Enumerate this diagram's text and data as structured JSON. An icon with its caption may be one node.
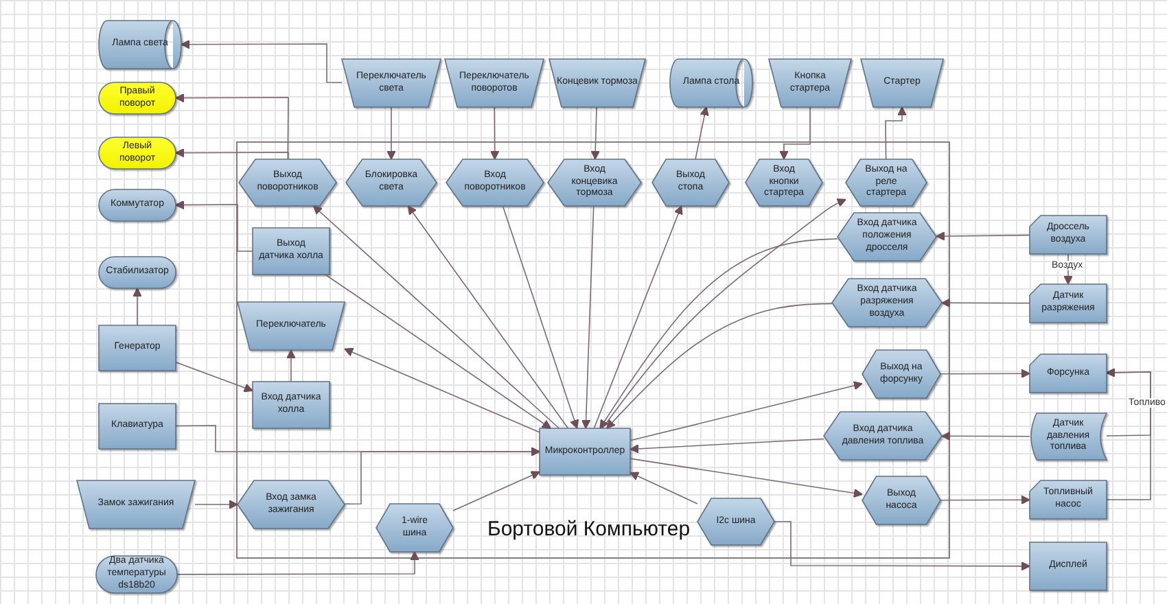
{
  "diagram": {
    "nodes": [
      {
        "text": [
          "Бортовой Компьютер"
        ]
      },
      {
        "text": [
          "Лампа света"
        ]
      },
      {
        "text": [
          "Правый поворот"
        ]
      },
      {
        "text": [
          "Левый  поворот"
        ]
      },
      {
        "text": [
          "Коммутатор"
        ]
      },
      {
        "text": [
          "Стабилизатор"
        ]
      },
      {
        "text": [
          "Генератор"
        ]
      },
      {
        "text": [
          "Клавиатура"
        ]
      },
      {
        "text": [
          "Замок зажигания"
        ]
      },
      {
        "text": [
          "Два датчика температуры ds18b20"
        ]
      },
      {
        "text": [
          "Переключатель света"
        ]
      },
      {
        "text": [
          "Переключатель поворотов"
        ]
      },
      {
        "text": [
          "Концевик тормоза"
        ]
      },
      {
        "text": [
          "Лампа стола"
        ]
      },
      {
        "text": [
          "Кнопка стартера"
        ]
      },
      {
        "text": [
          "Стартер"
        ]
      },
      {
        "text": [
          "Выход поворотников"
        ],
        "in": 0
      },
      {
        "text": [
          "Блокировка света"
        ],
        "in": 0
      },
      {
        "text": [
          "Вход поворотников"
        ],
        "in": 0
      },
      {
        "text": [
          "Вход концевика тормоза"
        ],
        "in": 0
      },
      {
        "text": [
          "Выход стопа"
        ],
        "in": 0
      },
      {
        "text": [
          "Вход кнопки стартера"
        ],
        "in": 0
      },
      {
        "text": [
          "Выход на реле стартера"
        ],
        "in": 0
      },
      {
        "text": [
          "Выход датчика холла"
        ],
        "in": 0
      },
      {
        "text": [
          "Переключатель"
        ],
        "in": 0
      },
      {
        "text": [
          "Вход датчика холла"
        ],
        "in": 0
      },
      {
        "text": [
          "Вход замка зажигания"
        ],
        "in": 0
      },
      {
        "text": [
          "1-wire шина"
        ],
        "in": 0
      },
      {
        "text": [
          "Микроконтроллер"
        ],
        "in": 0
      },
      {
        "text": [
          "I2c шина"
        ],
        "in": 0
      },
      {
        "text": [
          "Вход датчика положения дросселя"
        ],
        "in": 0
      },
      {
        "text": [
          "Вход датчика разряжения воздуха"
        ],
        "in": 0
      },
      {
        "text": [
          "Выход на форсунку"
        ],
        "in": 0
      },
      {
        "text": [
          "Вход датчика давления топлива"
        ],
        "in": 0
      },
      {
        "text": [
          "Выход насоса"
        ],
        "in": 0
      },
      {
        "text": [
          "Дроссель воздуха"
        ]
      },
      {
        "text": [
          "Датчик разряжения"
        ]
      },
      {
        "text": [
          "Форсунка"
        ]
      },
      {
        "text": [
          "Датчик давления топлива"
        ]
      },
      {
        "text": [
          "Топливный насос"
        ]
      },
      {
        "text": [
          "Дисплей"
        ]
      }
    ],
    "edges": [
      {
        "from": 10,
        "to": 1,
        "arrow": "to"
      },
      {
        "from": 16,
        "to": 2,
        "arrow": "to"
      },
      {
        "from": 16,
        "to": 3,
        "arrow": "to"
      },
      {
        "from": 23,
        "to": 4,
        "arrow": "to"
      },
      {
        "from": 6,
        "to": 5,
        "arrow": "to"
      },
      {
        "from": 6,
        "to": 25,
        "arrow": "to"
      },
      {
        "from": 25,
        "to": 24,
        "arrow": "to"
      },
      {
        "from": 7,
        "to": 28,
        "arrow": "to"
      },
      {
        "from": 8,
        "to": 26,
        "arrow": "to"
      },
      {
        "from": 26,
        "to": 28,
        "arrow": "to"
      },
      {
        "from": 9,
        "to": 27,
        "arrow": "to"
      },
      {
        "from": 27,
        "to": 28,
        "arrow": "to"
      },
      {
        "from": 29,
        "to": 28,
        "arrow": "to"
      },
      {
        "from": 29,
        "to": 40,
        "arrow": "to"
      },
      {
        "from": 10,
        "to": 17,
        "arrow": "to"
      },
      {
        "from": 11,
        "to": 18,
        "arrow": "to"
      },
      {
        "from": 12,
        "to": 19,
        "arrow": "to"
      },
      {
        "from": 20,
        "to": 13,
        "arrow": "to"
      },
      {
        "from": 14,
        "to": 21,
        "arrow": "to"
      },
      {
        "from": 22,
        "to": 15,
        "arrow": "to"
      },
      {
        "from": 28,
        "to": 16,
        "arrow": "to"
      },
      {
        "from": 28,
        "to": 17,
        "arrow": "to"
      },
      {
        "from": 18,
        "to": 28,
        "arrow": "to"
      },
      {
        "from": 19,
        "to": 28,
        "arrow": "to"
      },
      {
        "from": 28,
        "to": 20,
        "arrow": "to"
      },
      {
        "from": 23,
        "to": 28,
        "arrow": "to"
      },
      {
        "from": 28,
        "to": 22,
        "arrow": "to"
      },
      {
        "from": 30,
        "to": 28,
        "arrow": "to"
      },
      {
        "from": 31,
        "to": 28,
        "arrow": "to"
      },
      {
        "from": 28,
        "to": 24,
        "arrow": "to"
      },
      {
        "from": 28,
        "to": 32,
        "arrow": "to"
      },
      {
        "from": 33,
        "to": 28,
        "arrow": "to"
      },
      {
        "from": 28,
        "to": 34,
        "arrow": "to"
      },
      {
        "from": 35,
        "to": 30,
        "arrow": "to"
      },
      {
        "from": 35,
        "to": 36,
        "label": "Воздух",
        "arrow": "to"
      },
      {
        "from": 36,
        "to": 31,
        "arrow": "to"
      },
      {
        "from": 32,
        "to": 37,
        "arrow": "to"
      },
      {
        "from": 38,
        "to": 33,
        "arrow": "to"
      },
      {
        "from": 34,
        "to": 39,
        "arrow": "to"
      },
      {
        "from": 39,
        "to": 37,
        "label": "Топливо",
        "arrow": "to"
      },
      {
        "from": 38,
        "to": 37,
        "arrow": "to"
      }
    ]
  }
}
